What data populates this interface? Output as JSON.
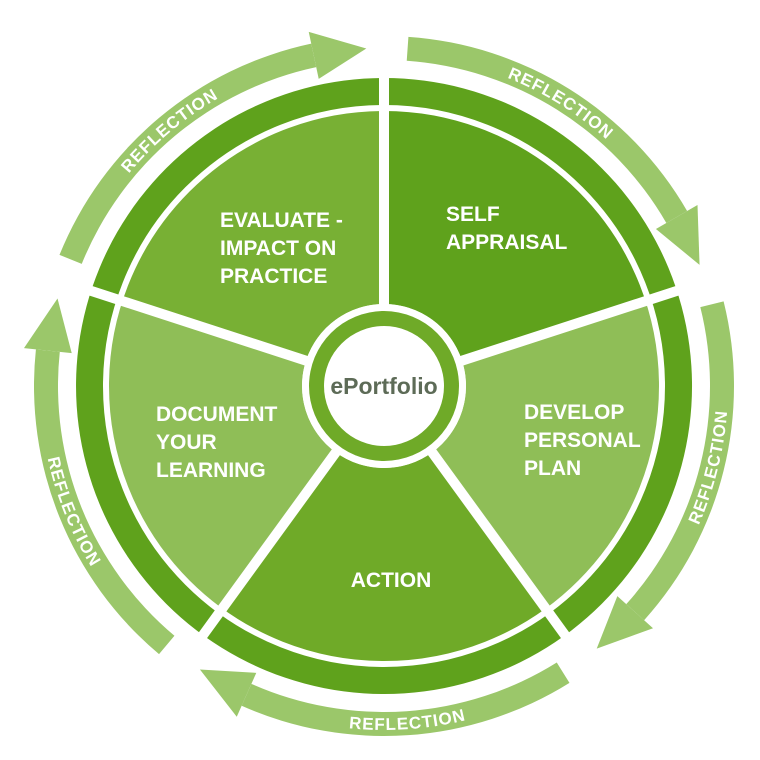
{
  "center": {
    "label": "ePortfolio"
  },
  "segments": [
    {
      "id": "self-appraisal",
      "lines": [
        "SELF",
        "APPRAISAL"
      ],
      "color": "#5fa21c"
    },
    {
      "id": "develop-personal-plan",
      "lines": [
        "DEVELOP",
        "PERSONAL",
        "PLAN"
      ],
      "color": "#8fbe57"
    },
    {
      "id": "action",
      "lines": [
        "ACTION"
      ],
      "color": "#6faa28"
    },
    {
      "id": "document-your-learning",
      "lines": [
        "DOCUMENT",
        "YOUR",
        "LEARNING"
      ],
      "color": "#8fbe57"
    },
    {
      "id": "evaluate-impact-on-practice",
      "lines": [
        "EVALUATE -",
        "IMPACT ON",
        "PRACTICE"
      ],
      "color": "#78b034"
    }
  ],
  "reflection_arrows": [
    {
      "label": "REFLECTION"
    },
    {
      "label": "REFLECTION"
    },
    {
      "label": "REFLECTION"
    },
    {
      "label": "REFLECTION"
    },
    {
      "label": "REFLECTION"
    }
  ],
  "colors": {
    "outer_ring": "#5fa21c",
    "arrow_band": "#9bc76a",
    "inner_ring": "#6faa28",
    "center_fill": "#ffffff",
    "divider": "#ffffff"
  }
}
